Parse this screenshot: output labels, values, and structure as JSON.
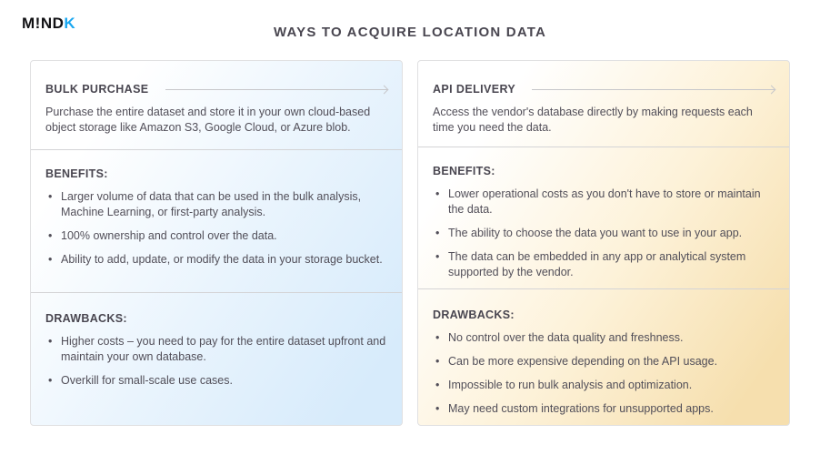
{
  "logo": {
    "text_black": "M!ND",
    "text_accent": "K"
  },
  "title": "WAYS TO ACQUIRE LOCATION DATA",
  "colors": {
    "logo_accent": "#1aa7f0",
    "heading_text": "#494650",
    "body_text": "#514e58",
    "left_card_tint": "#d7ebfb",
    "right_card_tint": "#f6dfae",
    "card_border": "#e0e0e2",
    "divider": "#d4d4d6",
    "arrow": "#c7c7ca"
  },
  "columns": [
    {
      "heading": "BULK PURCHASE",
      "description": "Purchase the entire dataset and store it in your own cloud-based object storage like Amazon S3, Google Cloud, or Azure blob.",
      "benefits_label": "BENEFITS:",
      "benefits": [
        "Larger volume of data that can be used in the bulk analysis, Machine Learning, or first-party analysis.",
        "100% ownership and control over the data.",
        "Ability to add, update, or modify the data in your storage bucket."
      ],
      "drawbacks_label": "DRAWBACKS:",
      "drawbacks": [
        "Higher costs – you need to pay for the entire dataset upfront and maintain your own database.",
        "Overkill for small-scale use cases."
      ]
    },
    {
      "heading": "API DELIVERY",
      "description": "Access the vendor's database directly by making requests each time you need the data.",
      "benefits_label": "BENEFITS:",
      "benefits": [
        "Lower operational costs as you don't have to store or maintain the data.",
        "The ability to choose the data you want to use in your app.",
        "The data can be embedded in any app or analytical system supported by the vendor."
      ],
      "drawbacks_label": "DRAWBACKS:",
      "drawbacks": [
        "No control over the data quality and freshness.",
        "Can be more expensive depending on the API usage.",
        "Impossible to run bulk analysis and optimization.",
        "May need custom integrations for unsupported apps."
      ]
    }
  ]
}
